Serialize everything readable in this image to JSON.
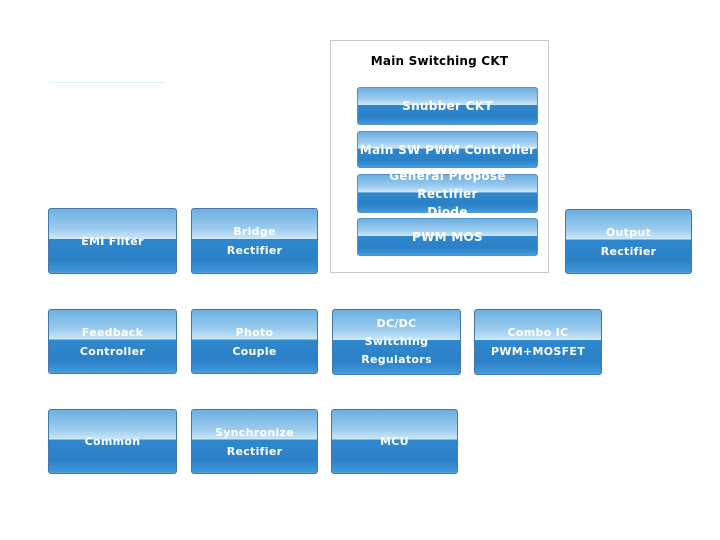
{
  "main_group": {
    "title": "Main Switching CKT",
    "items": [
      {
        "label": "Snubber CKT",
        "lines": [
          "Snubber CKT"
        ]
      },
      {
        "label": "Main SW PWM Controller",
        "lines": [
          "Main SW PWM Controller"
        ]
      },
      {
        "label": "General Propose Rectifier Diode",
        "lines": [
          "General Propose Rectifier",
          "Diode"
        ]
      },
      {
        "label": "PWM MOS",
        "lines": [
          "PWM MOS"
        ]
      }
    ]
  },
  "blocks": [
    {
      "label": "EMI Filter",
      "lines": [
        "EMI Filter"
      ]
    },
    {
      "label": "Bridge Rectifier",
      "lines": [
        "Bridge",
        "Rectifier"
      ]
    },
    {
      "label": "Output Rectifier",
      "lines": [
        "Output",
        "Rectifier"
      ]
    },
    {
      "label": "Feedback Controller",
      "lines": [
        "Feedback",
        "Controller"
      ]
    },
    {
      "label": "Photo Couple",
      "lines": [
        "Photo",
        "Couple"
      ]
    },
    {
      "label": "DC/DC Switching Regulators",
      "lines": [
        "DC/DC",
        "Switching",
        "Regulators"
      ]
    },
    {
      "label": "Combo IC PWM+MOSFET",
      "lines": [
        "Combo IC",
        "PWM+MOSFET"
      ]
    },
    {
      "label": "Common",
      "lines": [
        "Common"
      ]
    },
    {
      "label": "Synchronize Rectifier",
      "lines": [
        "Synchronize",
        "Rectifier"
      ]
    },
    {
      "label": "MCU",
      "lines": [
        "MCU"
      ]
    }
  ],
  "colors": {
    "background": "#ffffff",
    "button_gradient_top": "#6cafe1",
    "button_gradient_light_band": "#d3ebfa",
    "button_gradient_lower": "#2f88ce",
    "button_gradient_bottom": "#54a2de",
    "block_border": "#4577a8",
    "inner_button_border": "#5491c6",
    "group_border": "#c9c9c9",
    "group_title_text": "#000000",
    "button_text": "#ffffff",
    "decor_line": "#d6f5f1"
  }
}
